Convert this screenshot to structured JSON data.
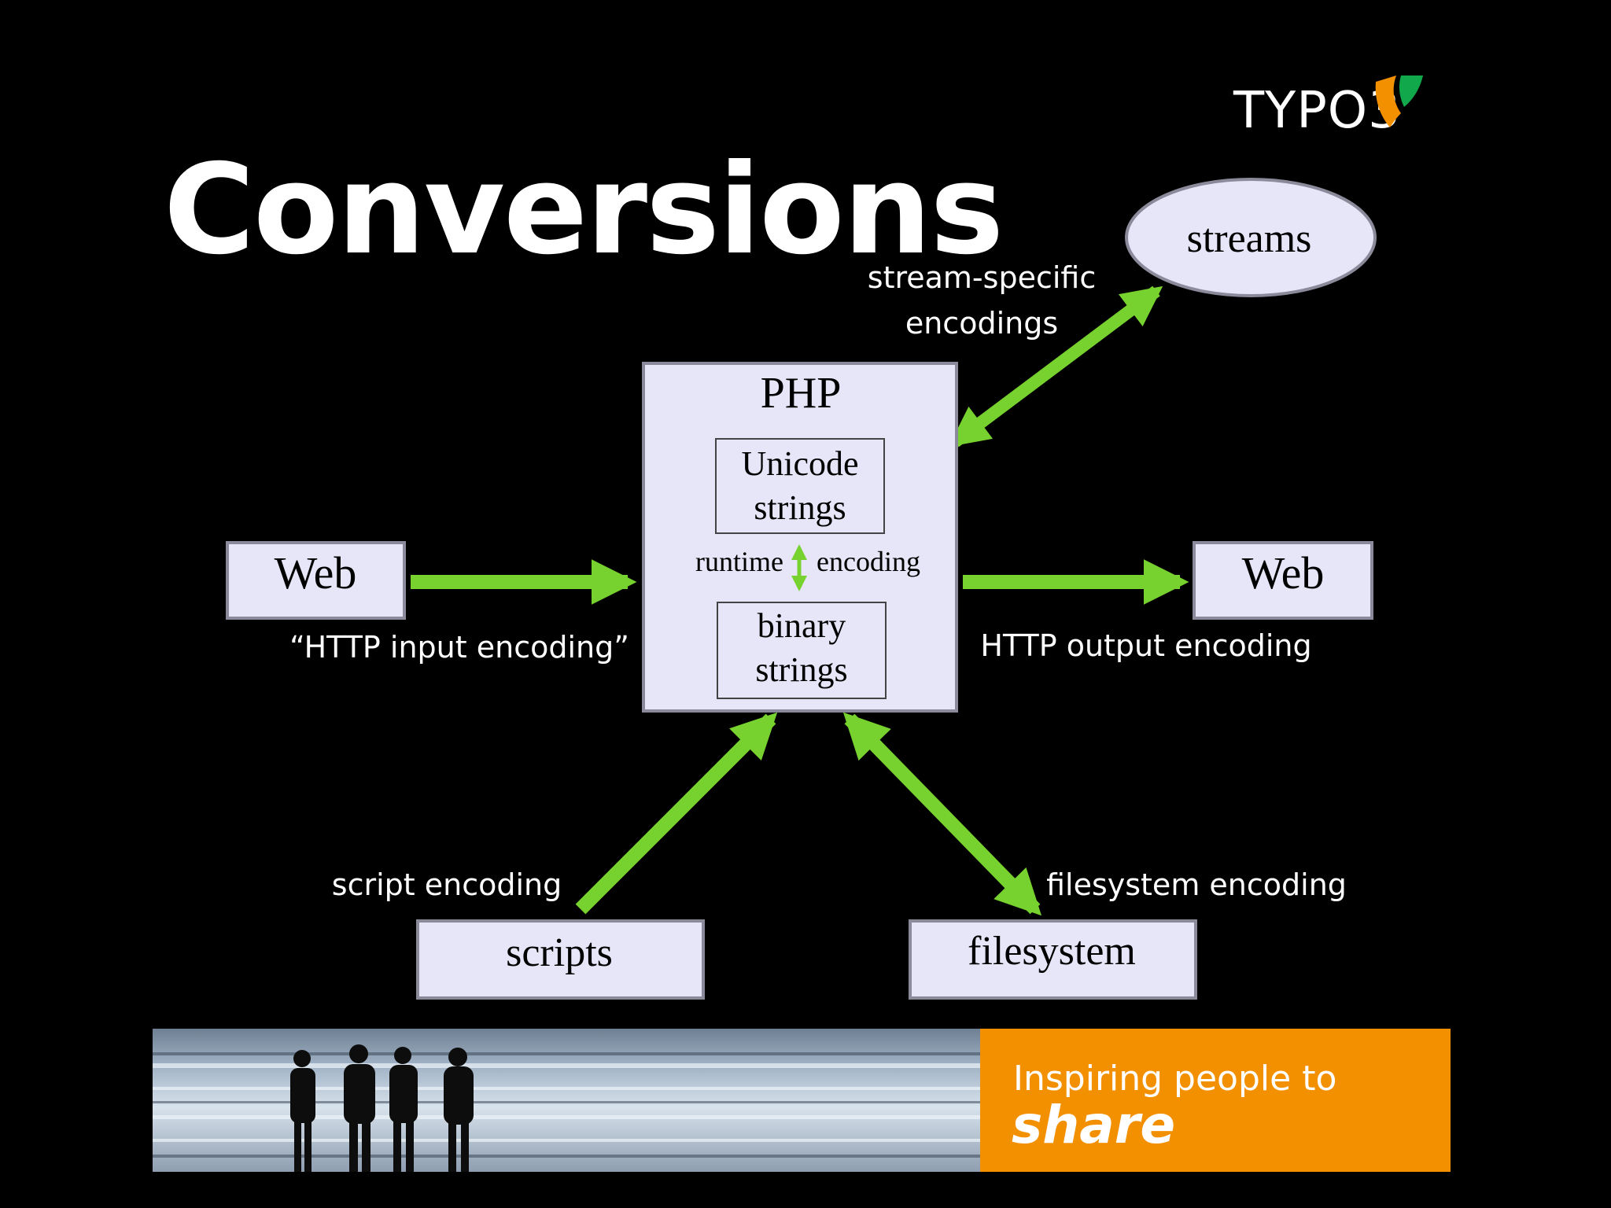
{
  "slide": {
    "title": "Conversions",
    "logo_text": "TYPO3"
  },
  "diagram": {
    "php": {
      "title": "PHP",
      "unicode_line1": "Unicode",
      "unicode_line2": "strings",
      "binary_line1": "binary",
      "binary_line2": "strings",
      "runtime_left": "runtime",
      "runtime_right": "encoding"
    },
    "nodes": {
      "web_in": "Web",
      "web_out": "Web",
      "streams": "streams",
      "scripts": "scripts",
      "filesystem": "filesystem"
    },
    "labels": {
      "stream_line1": "stream-specific",
      "stream_line2": "encodings",
      "http_input": "“HTTP input encoding”",
      "http_output": "HTTP output encoding",
      "script_encoding": "script encoding",
      "filesystem_encoding": "filesystem encoding"
    },
    "colors": {
      "arrow": "#77d22f",
      "box_fill": "#e6e6f8",
      "box_stroke": "#8a8a9a"
    }
  },
  "banner": {
    "line1": "Inspiring people to",
    "line2": "share",
    "accent": "#f39000"
  }
}
